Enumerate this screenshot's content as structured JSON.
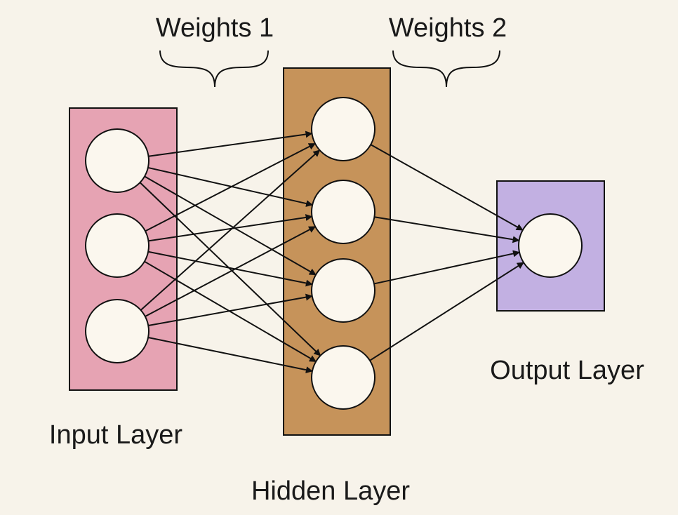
{
  "labels": {
    "weights1": "Weights 1",
    "weights2": "Weights 2",
    "input_layer": "Input Layer",
    "hidden_layer": "Hidden Layer",
    "output_layer": "Output Layer"
  },
  "colors": {
    "background": "#f7f3ea",
    "input_layer": "#e6a3b3",
    "hidden_layer": "#c6935a",
    "output_layer": "#c2b0e2",
    "node_fill": "#fbf7ee",
    "stroke": "#111111"
  },
  "network": {
    "input_nodes": 3,
    "hidden_nodes": 4,
    "output_nodes": 1
  }
}
